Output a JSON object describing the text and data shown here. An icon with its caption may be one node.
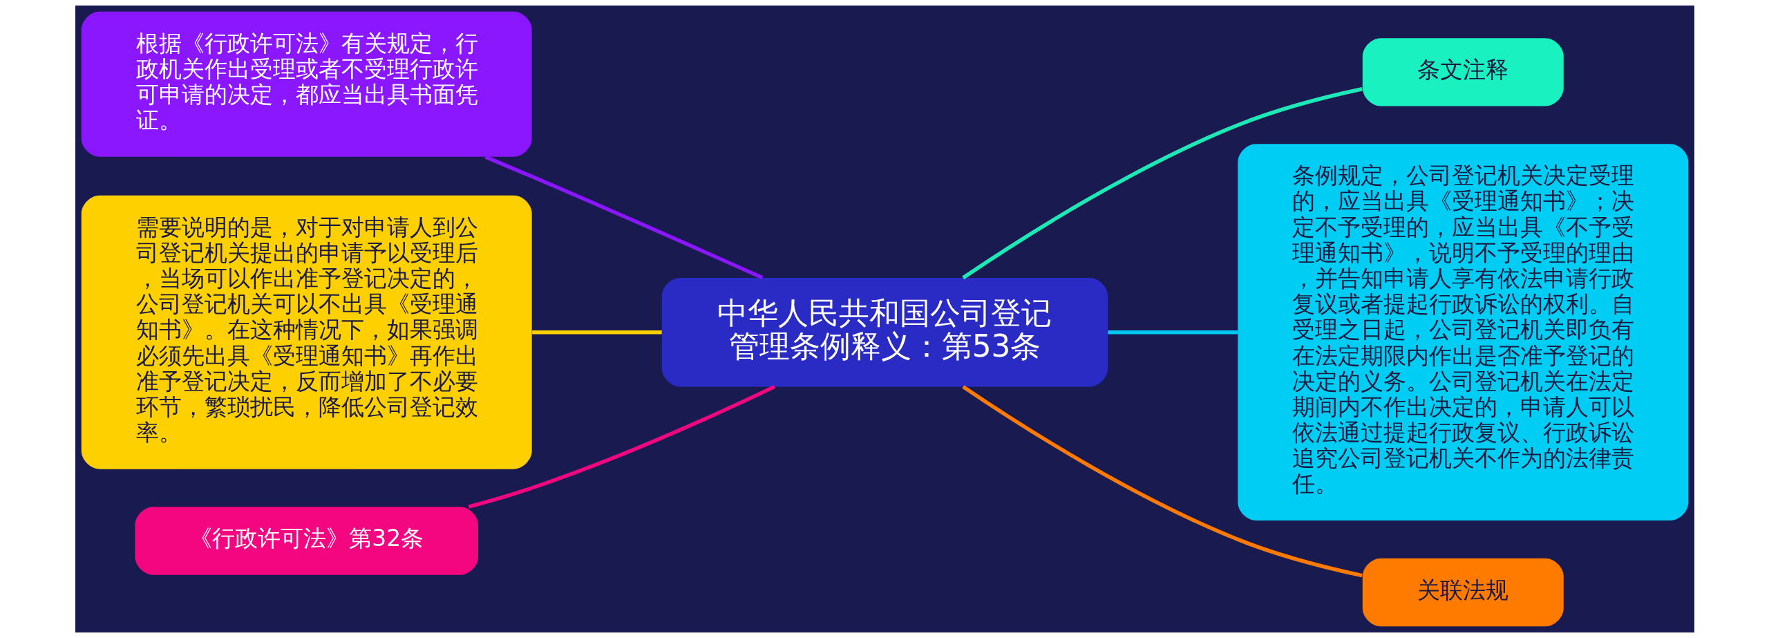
{
  "diagram": {
    "nodes": [
      {
        "text": [
          "中华人民共和国公司登记管理条例释义：第53条"
        ]
      },
      {
        "text": [
          "条文注释"
        ]
      },
      {
        "text": [
          "条例规定，公司登记机关决定受理的，应当出具《受理通知书》；决定不予受理的，应当出具《不予受理通知书》，说明不予受理的理由，并告知申请人享有依法申请行政复议或者提起行政诉讼的权利。自受理之日起，公司登记机关即负有在法定期限内作出是否准予登记的决定的义务。公司登记机关在法定期间内不作出决定的，申请人可以依法通过提起行政复议、行政诉讼追究公司登记机关不作为的法律责任。"
        ]
      },
      {
        "text": [
          "关联法规"
        ]
      },
      {
        "text": [
          "根据《行政许可法》有关规定，行政机关作出受理或者不受理行政许可申请的决定，都应当出具书面凭证。"
        ]
      },
      {
        "text": [
          "需要说明的是，对于对申请人到公司登记机关提出的申请予以受理后，当场可以作出准予登记决定的，公司登记机关可以不出具《受理通知书》。在这种情况下，如果强调必须先出具《受理通知书》再作出准予登记决定，反而增加了不必要环节，繁琐扰民，降低公司登记效率。"
        ]
      },
      {
        "text": [
          "《行政许可法》第32条"
        ]
      }
    ],
    "edges": [
      {
        "from": 0,
        "to": 1,
        "arrow": "none",
        "color": "#1de9b6"
      },
      {
        "from": 0,
        "to": 2,
        "arrow": "none",
        "color": "#00c8f0"
      },
      {
        "from": 0,
        "to": 3,
        "arrow": "none",
        "color": "#ff7a00"
      },
      {
        "from": 4,
        "to": 0,
        "arrow": "none",
        "color": "#8a17ff"
      },
      {
        "from": 5,
        "to": 0,
        "arrow": "none",
        "color": "#ffd000"
      },
      {
        "from": 6,
        "to": 0,
        "arrow": "none",
        "color": "#f0077f"
      }
    ]
  }
}
